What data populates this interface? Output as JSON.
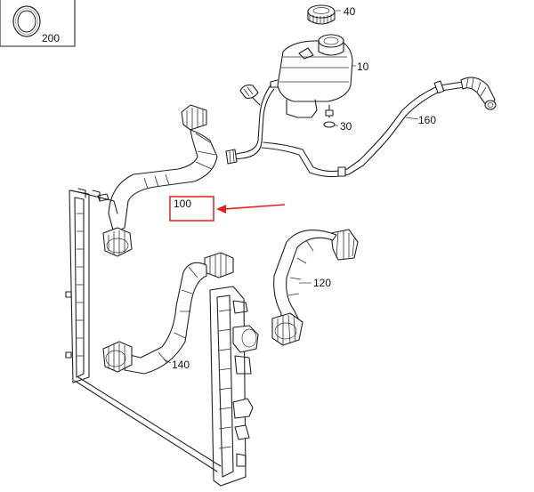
{
  "callouts": {
    "p200": "200",
    "p40": "40",
    "p10": "10",
    "p30": "30",
    "p160": "160",
    "p100": "100",
    "p120": "120",
    "p140": "140"
  },
  "highlight": {
    "target": "100",
    "box_color": "#e0201c",
    "arrow_color": "#e0201c"
  },
  "icons": [
    "seal-ring-icon",
    "highlight-arrow-icon"
  ]
}
